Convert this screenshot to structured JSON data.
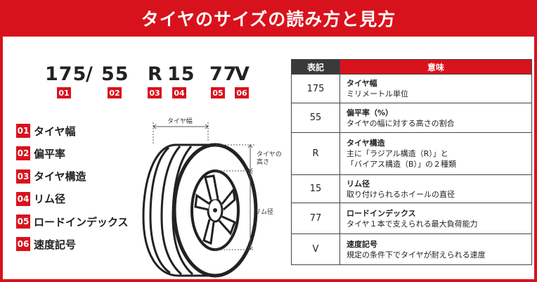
{
  "header": {
    "title": "タイヤのサイズの読み方と見方"
  },
  "code": {
    "parts": [
      "175",
      "/",
      "55",
      "R",
      "15",
      "77",
      "V"
    ],
    "tags": [
      "01",
      "02",
      "03",
      "04",
      "05",
      "06"
    ]
  },
  "legend": [
    {
      "num": "01",
      "label": "タイヤ幅"
    },
    {
      "num": "02",
      "label": "偏平率"
    },
    {
      "num": "03",
      "label": "タイヤ構造"
    },
    {
      "num": "04",
      "label": "リム径"
    },
    {
      "num": "05",
      "label": "ロードインデックス"
    },
    {
      "num": "06",
      "label": "速度記号"
    }
  ],
  "diagram": {
    "tire_width": "タイヤ幅",
    "tire_height_line1": "タイヤの",
    "tire_height_line2": "高さ",
    "rim_diameter": "リム径"
  },
  "table": {
    "headers": [
      "表記",
      "意味"
    ],
    "rows": [
      {
        "code": "175",
        "title": "タイヤ幅",
        "desc": "ミリメートル単位"
      },
      {
        "code": "55",
        "title": "偏平率（%）",
        "desc": "タイヤの幅に対する高さの割合"
      },
      {
        "code": "R",
        "title": "タイヤ構造",
        "desc": "主に「ラジアル構造（R）」と\n「バイアス構造（B）」の２種類"
      },
      {
        "code": "15",
        "title": "リム径",
        "desc": "取り付けられるホイールの直径"
      },
      {
        "code": "77",
        "title": "ロードインデックス",
        "desc": "タイヤ１本で支えられる最大負荷能力"
      },
      {
        "code": "V",
        "title": "速度記号",
        "desc": "規定の条件下でタイヤが耐えられる速度"
      }
    ]
  }
}
